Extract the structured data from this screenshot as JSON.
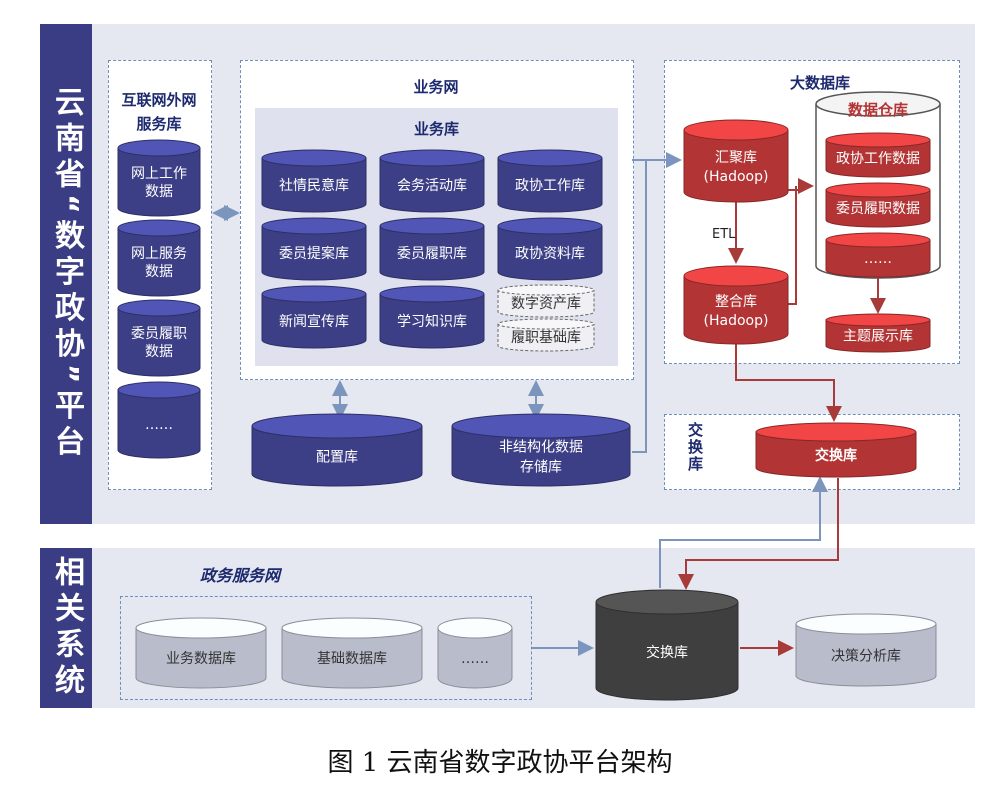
{
  "sidebars": {
    "platform": "云南省“数字政协”平台",
    "related": "相关系统"
  },
  "internet": {
    "title_line1": "互联网外网",
    "title_line2": "服务库",
    "cylinders": [
      {
        "line1": "网上工作",
        "line2": "数据"
      },
      {
        "line1": "网上服务",
        "line2": "数据"
      },
      {
        "line1": "委员履职",
        "line2": "数据"
      },
      {
        "line1": "……",
        "line2": ""
      }
    ]
  },
  "business": {
    "network_title": "业务网",
    "db_title": "业务库",
    "cylinders": [
      "社情民意库",
      "会务活动库",
      "政协工作库",
      "委员提案库",
      "委员履职库",
      "政协资料库",
      "新闻宣传库",
      "学习知识库"
    ],
    "dashed_cylinders": [
      "数字资产库",
      "履职基础库"
    ],
    "config_db": "配置库",
    "unstructured_line1": "非结构化数据",
    "unstructured_line2": "存储库"
  },
  "bigdata": {
    "title": "大数据库",
    "aggregate_line1": "汇聚库",
    "aggregate_line2": "(Hadoop)",
    "etl": "ETL",
    "integrate_line1": "整合库",
    "integrate_line2": "(Hadoop)",
    "warehouse_title": "数据仓库",
    "warehouse_items": [
      "政协工作数据",
      "委员履职数据",
      "……"
    ],
    "theme_db": "主题展示库"
  },
  "exchange": {
    "label": "交换库",
    "vertical_label": "交换库"
  },
  "gov": {
    "title": "政务服务网",
    "cylinders": [
      "业务数据库",
      "基础数据库",
      "……"
    ],
    "exchange": "交换库",
    "decision": "决策分析库"
  },
  "caption": "图 1  云南省数字政协平台架构",
  "colors": {
    "sidebar": "#3a3d84",
    "blue_cyl": "#3c3f86",
    "red_cyl": "#b33434",
    "gray_cyl": "#b9bccb",
    "dark_cyl": "#3f3f3f",
    "arrow_blue": "#7b95bc",
    "arrow_red": "#a83a3a"
  }
}
